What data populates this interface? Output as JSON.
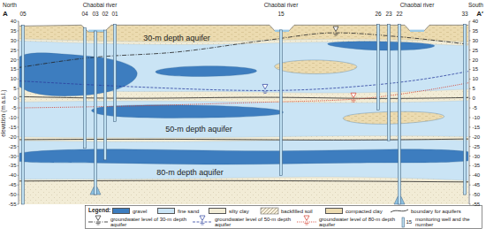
{
  "diagram": {
    "labels": [
      "A",
      "North",
      "Chaobai river",
      "Chaobai river",
      "Chaobai river",
      "South",
      "A′",
      "05",
      "04",
      "03",
      "02",
      "01",
      "15",
      "26",
      "23",
      "22",
      "33",
      "30-m depth aquifer",
      "50-m depth aquifer",
      "80-m depth aquifer",
      "elevation (m a.s.l.)",
      "40",
      "35",
      "30",
      "25",
      "20",
      "15",
      "10",
      "5",
      "0",
      "-5",
      "-10",
      "-15",
      "-20",
      "-25",
      "-30",
      "-35",
      "-40",
      "-45",
      "-50",
      "-55",
      "40",
      "35",
      "30",
      "25",
      "20",
      "15",
      "10",
      "5",
      "0",
      "-5",
      "-10",
      "-15",
      "-20",
      "-25",
      "-30",
      "-35",
      "-40",
      "-45",
      "-50",
      "-55",
      "Legend:",
      "15"
    ],
    "legend": [
      {
        "text": "gravel",
        "color": "#3d7dbf"
      },
      {
        "text": "fine sand",
        "color": "#cae4f5"
      },
      {
        "text": "silty clay",
        "color": "#f2ecd6"
      },
      {
        "text": "backfilled soil"
      },
      {
        "text": "compacted clay",
        "color": "#ecdbb0"
      },
      {
        "text": "boundary for aquifers"
      },
      {
        "text": "groundwater level of 30-m depth aquifer"
      },
      {
        "text": "groundwater level of 50-m depth aquifer"
      },
      {
        "text": "groundwater level of 80-m depth aquifer"
      },
      {
        "text": "monitoring well and the number"
      }
    ]
  }
}
